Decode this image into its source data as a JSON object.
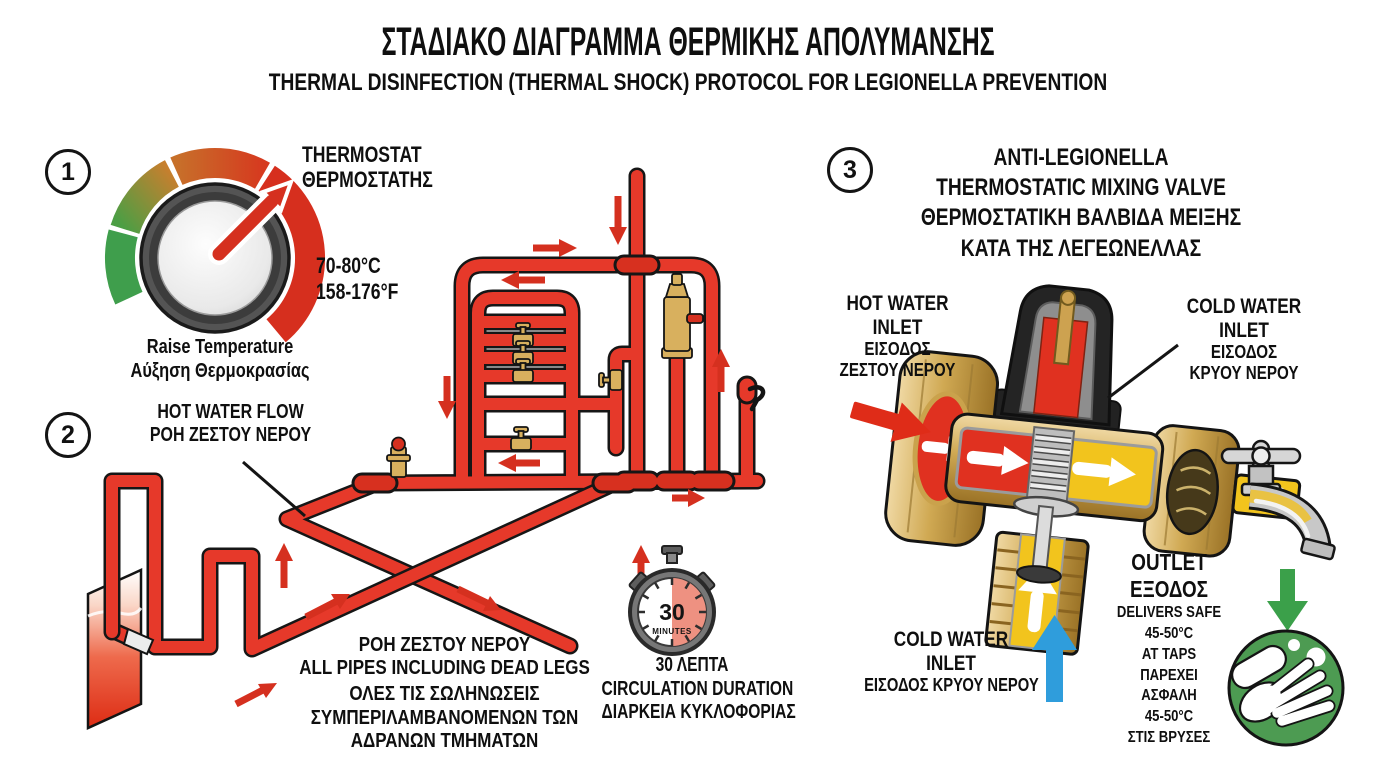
{
  "header": {
    "title": "ΣΤΑΔΙΑΚΟ ΔΙΑΓΡΑΜΜΑ ΘΕΡΜΙΚΗΣ ΑΠΟΛΥΜΑΝΣΗΣ",
    "subtitle": "THERMAL DISINFECTION (THERMAL SHOCK) PROTOCOL FOR LEGIONELLA PREVENTION"
  },
  "steps": {
    "step1": {
      "number": "1",
      "thermostat_en": "THERMOSTAT",
      "thermostat_gr": "ΘΕΡΜΟΣΤΑΤΗΣ",
      "temperature_c": "70-80°C",
      "temperature_f": "158-176°F",
      "action_en": "Raise Temperature",
      "action_gr": "Αύξηση Θερμοκρασίας"
    },
    "step2": {
      "number": "2",
      "label_en": "HOT WATER FLOW",
      "label_gr": "ΡΟΗ ΖΕΣΤΟΥ ΝΕΡΟΥ",
      "note_gr_flow": "ΡΟΗ ΖΕΣΤΟΥ ΝΕΡΟΥ",
      "note_en": "ALL PIPES INCLUDING DEAD LEGS",
      "note_gr_1": "ΟΛΕΣ ΤΙΣ ΣΩΛΗΝΩΣΕΙΣ",
      "note_gr_2": "ΣΥΜΠΕΡΙΛΑΜΒΑΝΟΜΕΝΩΝ ΤΩΝ",
      "note_gr_3": "ΑΔΡΑΝΩΝ ΤΜΗΜΑΤΩΝ"
    },
    "step3": {
      "number": "3",
      "title_en_1": "ANTI-LEGIONELLA",
      "title_en_2": "THERMOSTATIC MIXING VALVE",
      "title_gr_1": "ΘΕΡΜΟΣΤΑΤΙΚΗ ΒΑΛΒΙΔΑ ΜΕΙΞΗΣ",
      "title_gr_2": "ΚΑΤΑ ΤΗΣ ΛΕΓΕΩΝΕΛΛΑΣ"
    }
  },
  "timer": {
    "value": "30",
    "unit": "MINUTES",
    "line_gr": "30 ΛΕΠΤΑ",
    "line_en": "CIRCULATION DURATION",
    "line_gr_2": "ΔΙΑΡΚΕΙΑ ΚΥΚΛΟΦΟΡΙΑΣ"
  },
  "valve": {
    "hot_inlet": {
      "en_1": "HOT WATER",
      "en_2": "INLET",
      "gr_1": "ΕΙΣΟΔΟΣ",
      "gr_2": "ΖΕΣΤΟΥ ΝΕΡΟΥ"
    },
    "cold_inlet_top": {
      "en_1": "COLD WATER",
      "en_2": "INLET",
      "gr_1": "ΕΙΣΟΔΟΣ",
      "gr_2": "ΚΡΥΟΥ ΝΕΡΟΥ"
    },
    "cold_inlet_bottom": {
      "en_1": "COLD WATER",
      "en_2": "INLET",
      "gr": "ΕΙΣΟΔΟΣ ΚΡΥΟΥ ΝΕΡΟΥ"
    },
    "outlet": {
      "en": "OUTLET",
      "gr": "ΕΞΟΔΟΣ",
      "detail_1": "DELIVERS SAFE",
      "detail_2": "45-50°C",
      "detail_3": "AT TAPS",
      "detail_4": "ΠΑΡΕΧΕΙ",
      "detail_5": "ΑΣΦΑΛΗ",
      "detail_6": "45-50°C",
      "detail_7": "ΣΤΙΣ ΒΡΥΣΕΣ"
    }
  },
  "colors": {
    "pipe_red": "#E6392A",
    "arrow_red": "#D5301F",
    "brass": "#D0A953",
    "hot_red": "#E03120",
    "mixed_yellow": "#F2C41D",
    "cold_blue": "#2F9DDC",
    "safe_green": "#3BA04A",
    "timer_fill": "#EE9181",
    "dial_green": "#3F9E4C",
    "dial_red": "#D62F1E"
  },
  "icons": {
    "stopwatch": "stopwatch-icon",
    "handwashing": "handwashing-icon",
    "thermostat_dial": "thermostat-dial",
    "tap": "tap-icon",
    "hot_arrow": "hot-water-arrow-icon",
    "cold_arrow": "cold-water-arrow-icon",
    "safe_arrow": "safe-water-arrow-icon"
  }
}
